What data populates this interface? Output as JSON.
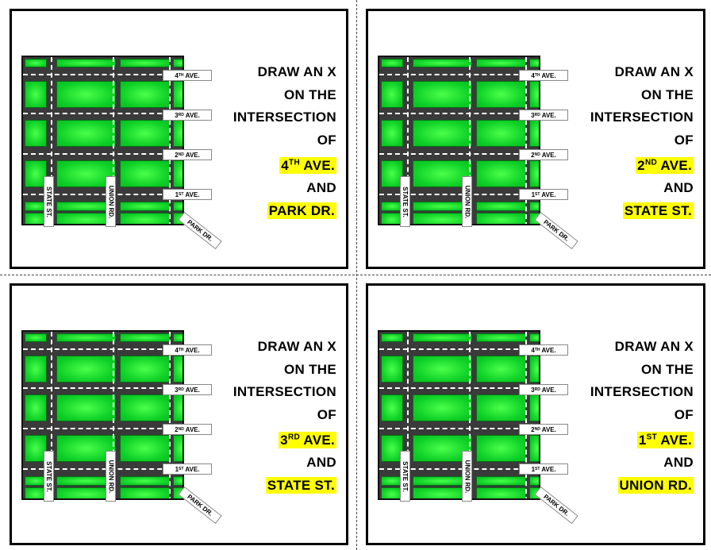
{
  "cards": [
    {
      "lines": [
        "DRAW AN X",
        "ON THE",
        "INTERSECTION",
        "OF"
      ],
      "street1": {
        "base": "4",
        "sup": "TH",
        "rest": " AVE."
      },
      "and": "AND",
      "street2": "PARK DR."
    },
    {
      "lines": [
        "DRAW AN X",
        "ON THE",
        "INTERSECTION",
        "OF"
      ],
      "street1": {
        "base": "2",
        "sup": "ND",
        "rest": " AVE."
      },
      "and": "AND",
      "street2": "STATE ST."
    },
    {
      "lines": [
        "DRAW AN X",
        "ON THE",
        "INTERSECTION",
        "OF"
      ],
      "street1": {
        "base": "3",
        "sup": "RD",
        "rest": " AVE."
      },
      "and": "AND",
      "street2": "STATE ST."
    },
    {
      "lines": [
        "DRAW AN X",
        "ON THE",
        "INTERSECTION",
        "OF"
      ],
      "street1": {
        "base": "1",
        "sup": "ST",
        "rest": " AVE."
      },
      "and": "AND",
      "street2": "UNION RD."
    }
  ],
  "signs": {
    "ave4": {
      "base": "4",
      "sup": "TH",
      "rest": " AVE."
    },
    "ave3": {
      "base": "3",
      "sup": "RD",
      "rest": " AVE."
    },
    "ave2": {
      "base": "2",
      "sup": "ND",
      "rest": " AVE."
    },
    "ave1": {
      "base": "1",
      "sup": "ST",
      "rest": " AVE."
    },
    "state": "STATE ST.",
    "union": "UNION RD.",
    "park": "PARK DR."
  },
  "colors": {
    "block_green": "#0dcf26",
    "road": "#3a3a3a",
    "highlight": "#ffff00"
  }
}
